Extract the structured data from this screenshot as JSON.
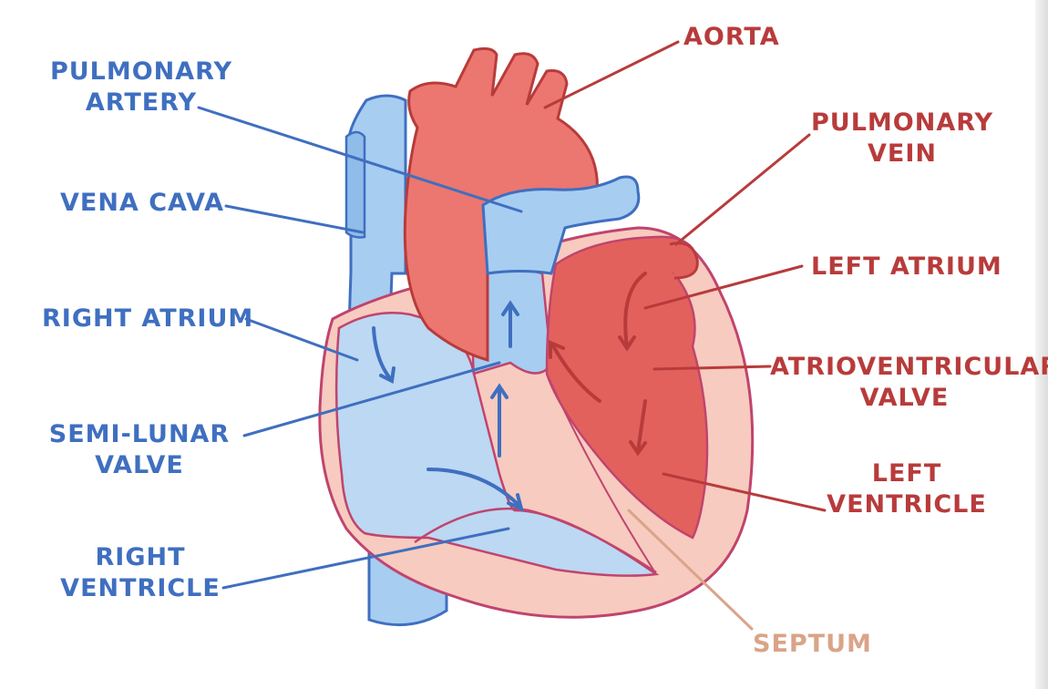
{
  "labels": {
    "pulmonary_artery": {
      "line1": "PULMONARY",
      "line2": "ARTERY"
    },
    "vena_cava": "VENA CAVA",
    "right_atrium": "RIGHT ATRIUM",
    "semi_lunar_valve": {
      "line1": "SEMI-LUNAR",
      "line2": "VALVE"
    },
    "right_ventricle": {
      "line1": "RIGHT",
      "line2": "VENTRICLE"
    },
    "aorta": "AORTA",
    "pulmonary_vein": {
      "line1": "PULMONARY",
      "line2": "VEIN"
    },
    "left_atrium": "LEFT ATRIUM",
    "atrioventricular_valve": {
      "line1": "ATRIOVENTRICULAR",
      "line2": "VALVE"
    },
    "left_ventricle": {
      "line1": "LEFT",
      "line2": "VENTRICLE"
    },
    "septum": "SEPTUM"
  },
  "colors": {
    "deoxygenated_label": "#3f6fc0",
    "oxygenated_label": "#b83b3b",
    "septum_label": "#d9a488",
    "blue_vessel": "#a7cdf1",
    "blue_outline": "#3f6fc0",
    "red_vessel": "#ec7670",
    "red_outline": "#b83b3b",
    "heart_wall": "#f7cbbf",
    "heart_outline": "#c0446e"
  }
}
